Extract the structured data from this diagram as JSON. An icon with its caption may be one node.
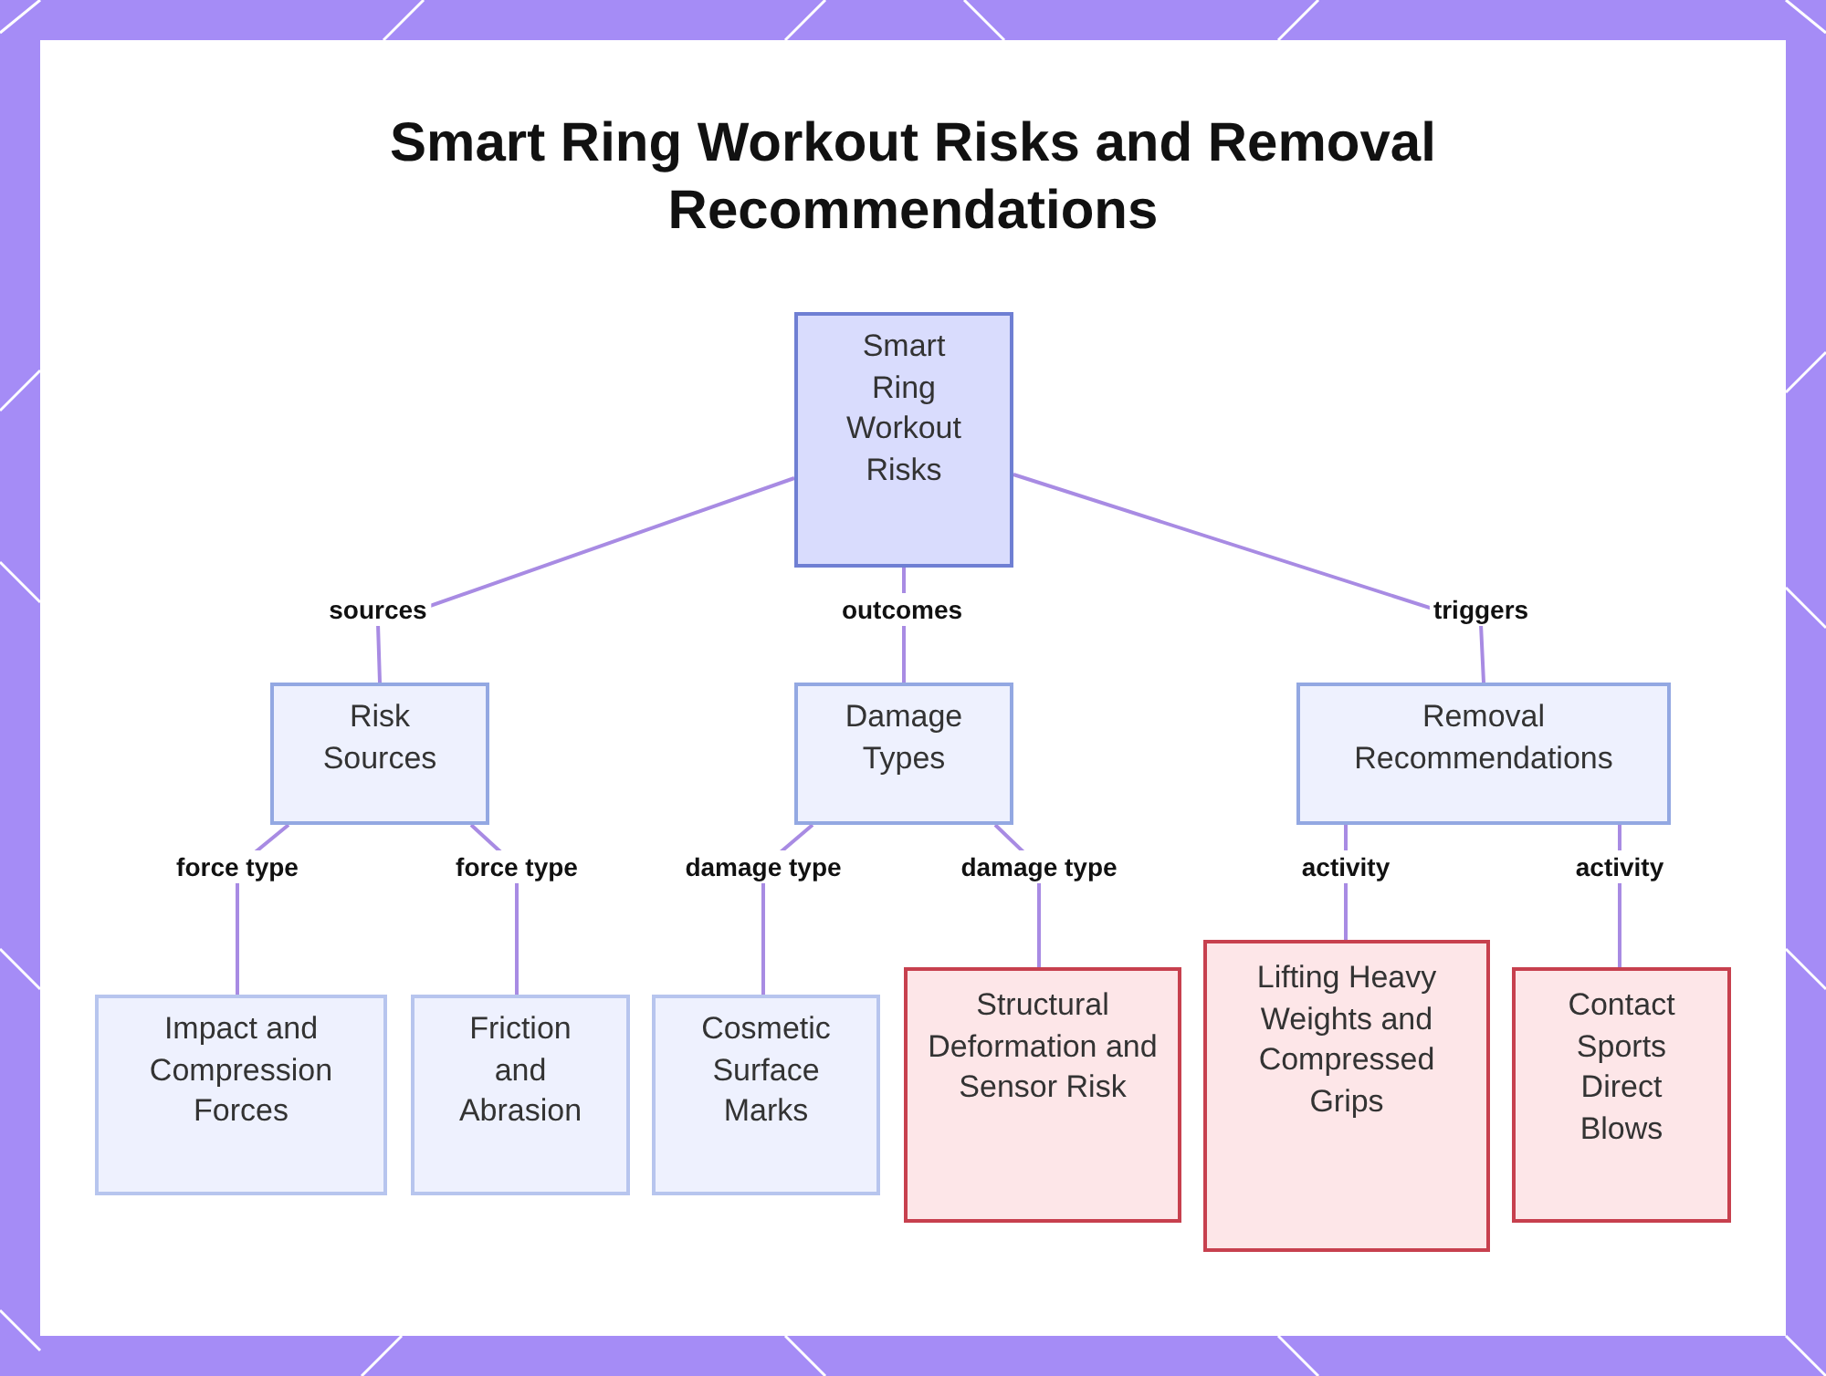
{
  "diagram": {
    "title": "Smart Ring Workout Risks and Removal Recommendations",
    "nodes": [
      {
        "text": [
          "Smart Ring Workout Risks"
        ]
      },
      {
        "text": [
          "Risk Sources"
        ]
      },
      {
        "text": [
          "Damage Types"
        ]
      },
      {
        "text": [
          "Removal Recommendations"
        ]
      },
      {
        "text": [
          "Impact and Compression Forces"
        ]
      },
      {
        "text": [
          "Friction and Abrasion"
        ]
      },
      {
        "text": [
          "Cosmetic Surface Marks"
        ]
      },
      {
        "text": [
          "Structural Deformation and Sensor Risk"
        ]
      },
      {
        "text": [
          "Lifting Heavy Weights and Compressed Grips"
        ]
      },
      {
        "text": [
          "Contact Sports Direct Blows"
        ]
      }
    ],
    "edges": [
      {
        "from": 0,
        "to": 1,
        "arrow": "none",
        "label": "sources"
      },
      {
        "from": 0,
        "to": 2,
        "arrow": "none",
        "label": "outcomes"
      },
      {
        "from": 0,
        "to": 3,
        "arrow": "none",
        "label": "triggers"
      },
      {
        "from": 1,
        "to": 4,
        "arrow": "none",
        "label": "force type"
      },
      {
        "from": 1,
        "to": 5,
        "arrow": "none",
        "label": "force type"
      },
      {
        "from": 2,
        "to": 6,
        "arrow": "none",
        "label": "damage type"
      },
      {
        "from": 2,
        "to": 7,
        "arrow": "none",
        "label": "damage type"
      },
      {
        "from": 3,
        "to": 8,
        "arrow": "none",
        "label": "activity"
      },
      {
        "from": 3,
        "to": 9,
        "arrow": "none",
        "label": "activity"
      }
    ]
  }
}
